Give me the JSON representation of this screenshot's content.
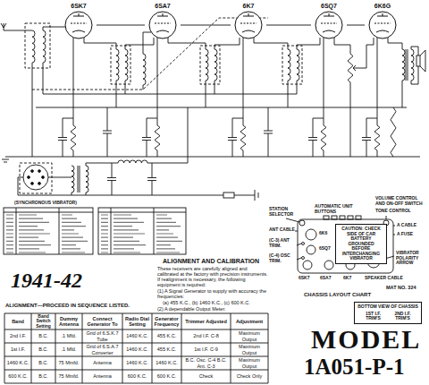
{
  "diagram": {
    "nodes": [
      {
        "text": [
          "6SK7"
        ]
      },
      {
        "text": [
          "6SA7"
        ]
      },
      {
        "text": [
          "6K7"
        ]
      },
      {
        "text": [
          "6SQ7"
        ]
      },
      {
        "text": [
          "6K6G"
        ]
      },
      {
        "text": [
          "CAUTION: CHECK SIDE OF CAR BATTERY GROUNDED BEFORE INTERCHANGING VIBRATOR"
        ]
      },
      {
        "text": [
          "BOTTOM VIEW OF CHASSIS",
          "1ST I.F. TRIM'S",
          "2ND I.F. TRIM'S"
        ]
      }
    ],
    "edges": [
      {
        "from": 0,
        "to": 1,
        "arrow": "none"
      },
      {
        "from": 1,
        "to": 2,
        "arrow": "none"
      },
      {
        "from": 2,
        "to": 3,
        "arrow": "none"
      },
      {
        "from": 3,
        "to": 4,
        "arrow": "none"
      }
    ],
    "labels": [
      "1941-42",
      "ALIGNMENT—PROCEED IN SEQUENCE LISTED.",
      "ALIGNMENT AND CALIBRATION",
      "These receivers are carefully aligned and calibrated at the factory with precision instruments. If realignment is necessary, the following equipment is required:",
      "(1) A Signal Generator to supply with accuracy the frequencies:",
      "(a) 455 K.C., (b) 1460 K.C., (c) 600 K.C.",
      "(2) A dependable Output Meter.",
      "STATION SELECTOR",
      "AUTOMATIC UNIT BUTTONS",
      "VOLUME CONTROL AND ON-OFF SWITCH",
      "TONE CONTROL",
      "ANT CABLE",
      "(C-3) ANT TRIM.",
      "(C-4) OSC TRIM.",
      "VIBRATOR POLARITY ARROW",
      "A CABLE",
      "A FUSE",
      "6K6",
      "6SQ7",
      "6SK7",
      "6SA7",
      "6K7",
      "SPEAKER CABLE",
      "MAT NO. 324",
      "CHASSIS LAYOUT CHART",
      "MODEL",
      "1A051-P-1",
      "(SYNCHRONOUS VIBRATOR)",
      "Band",
      "Band Switch Setting",
      "Dummy Antenna",
      "Connect Generator To",
      "Radio Dial Setting",
      "Generator Frequency",
      "Trimmer Adjusted",
      "Adjustment",
      "2nd I.F.",
      "B.C.",
      ".1 Mfd.",
      "Grid of 6.S.K.7 Tube",
      "1460 K.C.",
      "455 K.C.",
      "2nd I.F. C-8",
      "Maximum Output",
      "1st I.F.",
      "B.C.",
      ".1 Mfd.",
      "Grid of 6.S.A.7 Converter",
      "1460 K.C.",
      "455 K.C.",
      "1st I.F. C-9",
      "Maximum Output",
      "1460 K.C.",
      "B.C.",
      "75 Mmfd.",
      "Antenna",
      "1460 K.C.",
      "1460 K.C.",
      "B.C. Osc. C-4 B.C. Ant. C-3",
      "Maximum Output",
      "600 K.C.",
      "B.C.",
      "75 Mmfd.",
      "Antenna",
      "600 K.C.",
      "600 K.C.",
      "Check",
      "Check Only"
    ]
  }
}
